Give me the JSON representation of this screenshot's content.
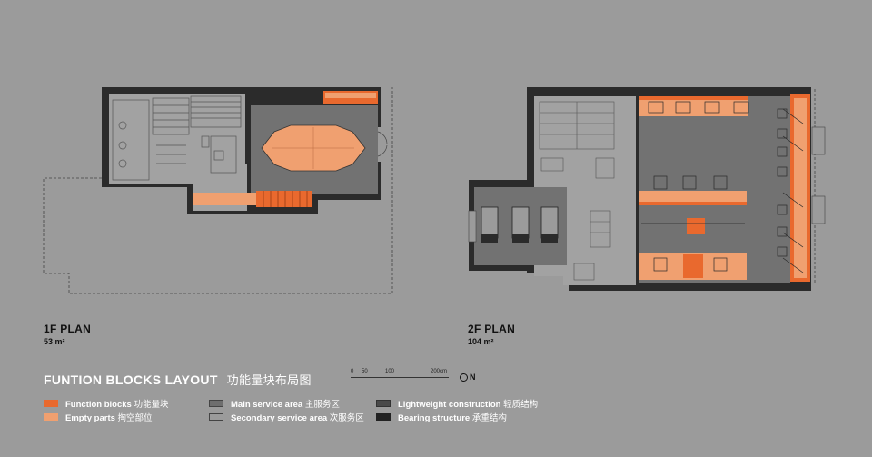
{
  "plans": [
    {
      "title": "1F PLAN",
      "area": "53 m²"
    },
    {
      "title": "2F PLAN",
      "area": "104 m²"
    }
  ],
  "title": {
    "en": "FUNTION BLOCKS LAYOUT",
    "cn": "功能量块布局图"
  },
  "scale": {
    "ticks": [
      "0",
      "50",
      "100",
      "200cm"
    ]
  },
  "north": {
    "label": "N"
  },
  "legend": [
    {
      "en": "Function blocks",
      "cn": "功能量块",
      "color": "#e9692e"
    },
    {
      "en": "Empty parts",
      "cn": "掏空部位",
      "color": "#f0a070"
    },
    {
      "en": "Main service area",
      "cn": "主服务区",
      "color": "#6e6e6e"
    },
    {
      "en": "Secondary service area",
      "cn": "次服务区",
      "color": "#9b9b9b"
    },
    {
      "en": "Lightweight construction",
      "cn": "轻质结构",
      "color": "#4a4a4a"
    },
    {
      "en": "Bearing structure",
      "cn": "承重结构",
      "color": "#222222"
    }
  ]
}
